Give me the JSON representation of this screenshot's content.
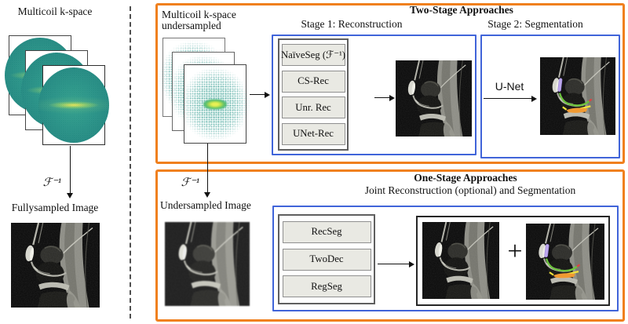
{
  "diagram": {
    "left": {
      "title": "Multicoil k-space",
      "operator": "ℱ⁻¹",
      "image_label": "Fullysampled Image"
    },
    "two_stage": {
      "title": "Two-Stage Approaches",
      "input_label_line1": "Multicoil k-space",
      "input_label_line2": "undersampled",
      "stage1_label": "Stage 1: Reconstruction",
      "stage2_label": "Stage 2: Segmentation",
      "stage1_methods": [
        "NaïveSeg (ℱ⁻¹)",
        "CS-Rec",
        "Unr. Rec",
        "UNet-Rec"
      ],
      "stage2_method": "U-Net"
    },
    "one_stage": {
      "title": "One-Stage Approaches",
      "subtitle": "Joint Reconstruction (optional) and Segmentation",
      "operator": "ℱ⁻¹",
      "input_label": "Undersampled Image",
      "methods": [
        "RecSeg",
        "TwoDec",
        "RegSeg"
      ],
      "plus": "+"
    },
    "colors": {
      "orange_border": "#F0801E",
      "blue_border": "#4064D9",
      "kspace_teal": "#21918C",
      "kspace_center_yellow": "#FDE725",
      "seg_patellar_cartilage_purple": "#BCA6EC",
      "seg_femoral_cartilage_green": "#6CC23C",
      "seg_tibial_cartilage_orange": "#F09A32",
      "seg_meniscus_yellow": "#F1E23C",
      "seg_red_tip": "#E04343"
    }
  }
}
